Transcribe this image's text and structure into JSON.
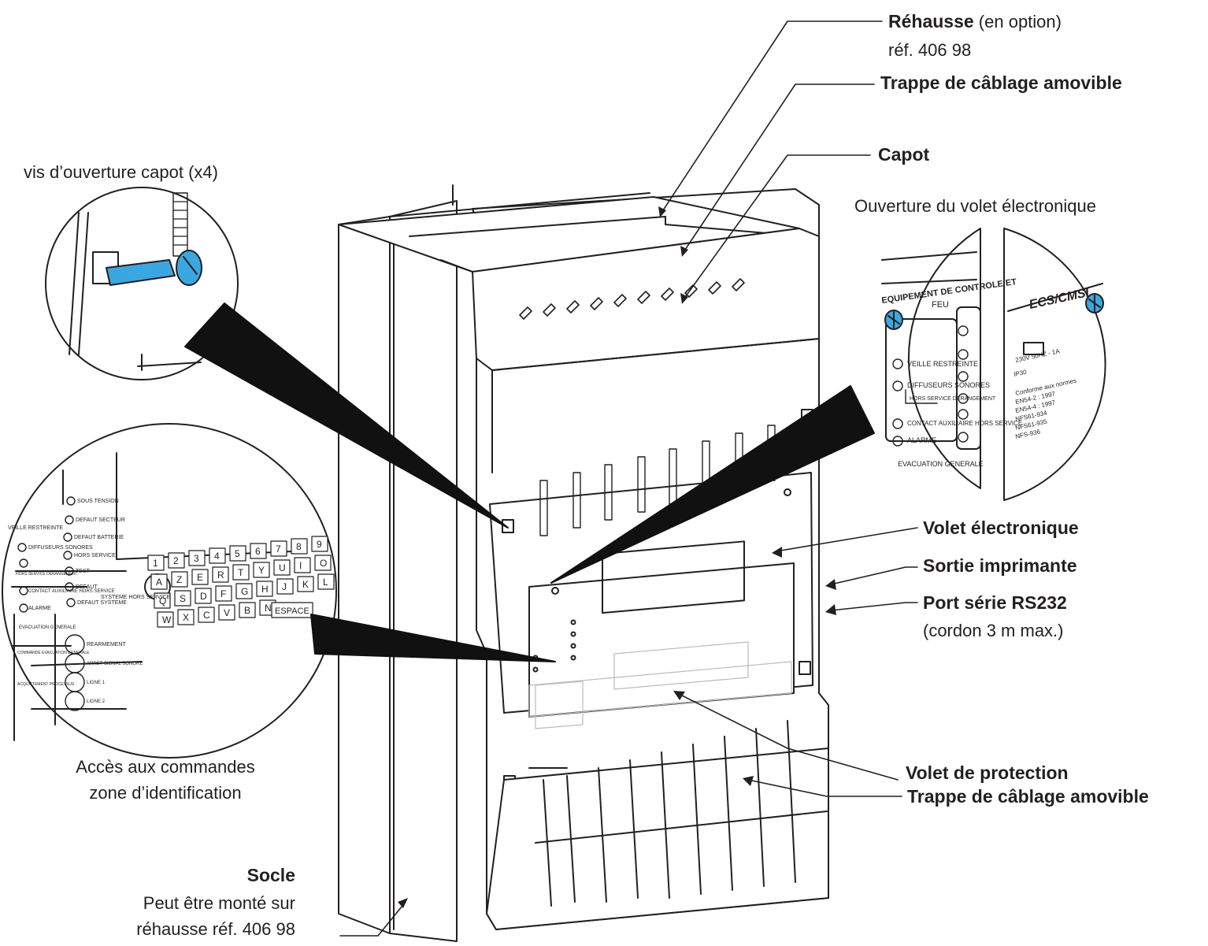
{
  "labels": {
    "rehausse_title": "Réhausse",
    "rehausse_option": "(en option)",
    "rehausse_ref": "réf. 406 98",
    "trappe_top": "Trappe de câblage amovible",
    "capot": "Capot",
    "vis": "vis d’ouverture capot (x4)",
    "ouverture_volet": "Ouverture du volet électronique",
    "volet_electronique": "Volet électronique",
    "sortie_imprimante": "Sortie imprimante",
    "port_serie": "Port série RS232",
    "cordon": "(cordon 3 m max.)",
    "acces_line1": "Accès aux commandes",
    "acces_line2": "zone d’identification",
    "volet_protection": "Volet de protection",
    "trappe_bottom": "Trappe de câblage amovible",
    "socle_title": "Socle",
    "socle_line1": "Peut être monté sur",
    "socle_line2": "réhausse réf. 406 98"
  },
  "detail_right": {
    "header": "EQUIPEMENT DE CONTROLE ET",
    "feu": "FEU",
    "ecs": "ECS/CMSI",
    "leds": [
      "VEILLE RESTREINTE",
      "DIFFUSEURS SONORES",
      "HORS SERVICE DERANGEMENT",
      "CONTACT AUXILIAIRE HORS SERVICE",
      "ALARME"
    ],
    "evacuation": "EVACUATION GENERALE",
    "rating": "230V 50HZ - 1A",
    "ip": "IP30",
    "norms": [
      "Conforme aux normes",
      "EN54-2 : 1997",
      "EN54-4 : 1997",
      "NFS61-934",
      "NFS61-935",
      "NFS-936"
    ]
  },
  "detail_left": {
    "status": [
      "SOUS TENSION",
      "DEFAUT SECTEUR",
      "DEFAUT BATTERIE",
      "HORS SERVICE",
      "TEST",
      "DEFAUT",
      "DEFAUT SYSTEME"
    ],
    "status_extra": "SYSTEME HORS SERVICE",
    "left_leds": [
      "VEILLE RESTREINTE",
      "DIFFUSEURS SONORES",
      "HORS SERVICE DERANGEMENT",
      "CONTACT AUXILIAIRE HORS SERVICE",
      "ALARME"
    ],
    "evacuation": "EVACUATION GENERALE",
    "commands": [
      "REARMEMENT",
      "ARRET SIGNAL SONORE",
      "LIGNE 1",
      "LIGNE 2"
    ],
    "left_cmds": [
      "COMMANDE EVACUATION GENERALE",
      "ACQUITTEMENT PROCESSUS"
    ],
    "keys_row1": [
      "1",
      "2",
      "3",
      "4",
      "5",
      "6",
      "7",
      "8",
      "9"
    ],
    "keys_row2": [
      "A",
      "Z",
      "E",
      "R",
      "T",
      "Y",
      "U",
      "I",
      "O"
    ],
    "keys_row3": [
      "Q",
      "S",
      "D",
      "F",
      "G",
      "H",
      "J",
      "K",
      "L"
    ],
    "keys_row4": [
      "W",
      "X",
      "C",
      "V",
      "B",
      "N"
    ],
    "space": "ESPACE"
  },
  "colors": {
    "screw_blue": "#3ba7e0",
    "ink": "#231f20",
    "dark_fill": "#111111"
  }
}
